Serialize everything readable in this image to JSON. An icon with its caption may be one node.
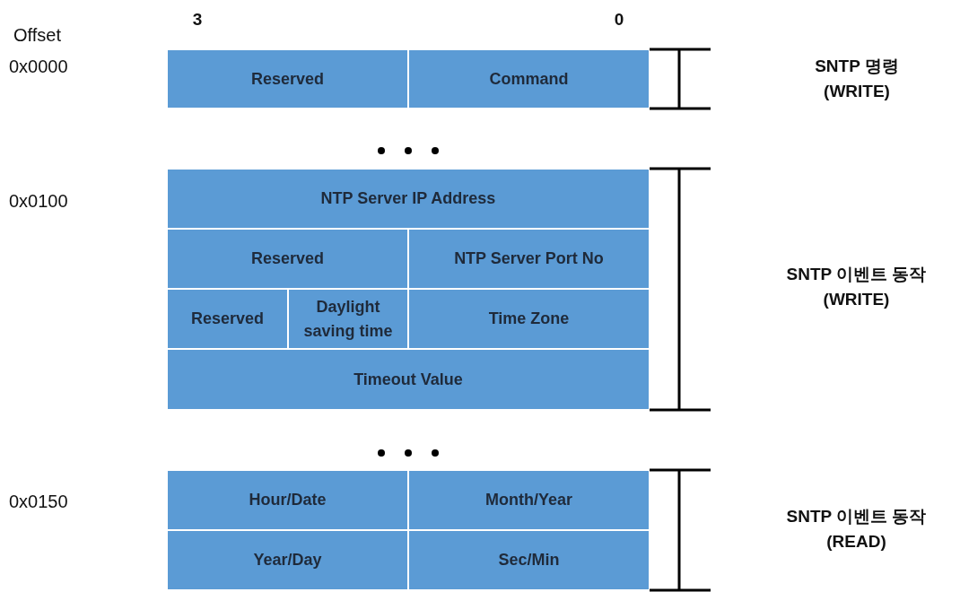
{
  "diagram": {
    "nodes": [
      {
        "text": [
          "Reserved"
        ]
      },
      {
        "text": [
          "Command"
        ]
      },
      {
        "text": [
          "NTP Server IP Address"
        ]
      },
      {
        "text": [
          "Reserved"
        ]
      },
      {
        "text": [
          "NTP Server Port No"
        ]
      },
      {
        "text": [
          "Reserved"
        ]
      },
      {
        "text": [
          "Daylight saving time"
        ]
      },
      {
        "text": [
          "Time Zone"
        ]
      },
      {
        "text": [
          "Timeout Value"
        ]
      },
      {
        "text": [
          "Hour/Date"
        ]
      },
      {
        "text": [
          "Month/Year"
        ]
      },
      {
        "text": [
          "Year/Day"
        ]
      },
      {
        "text": [
          "Sec/Min"
        ]
      }
    ],
    "edges": [],
    "labels": [
      "3",
      "0",
      "Offset",
      "0x0000",
      "SNTP 명령 (WRITE)",
      "0x0100",
      "SNTP 이벤트 동작 (WRITE)",
      "0x0150",
      "SNTP 이벤트 동작 (READ)"
    ]
  }
}
